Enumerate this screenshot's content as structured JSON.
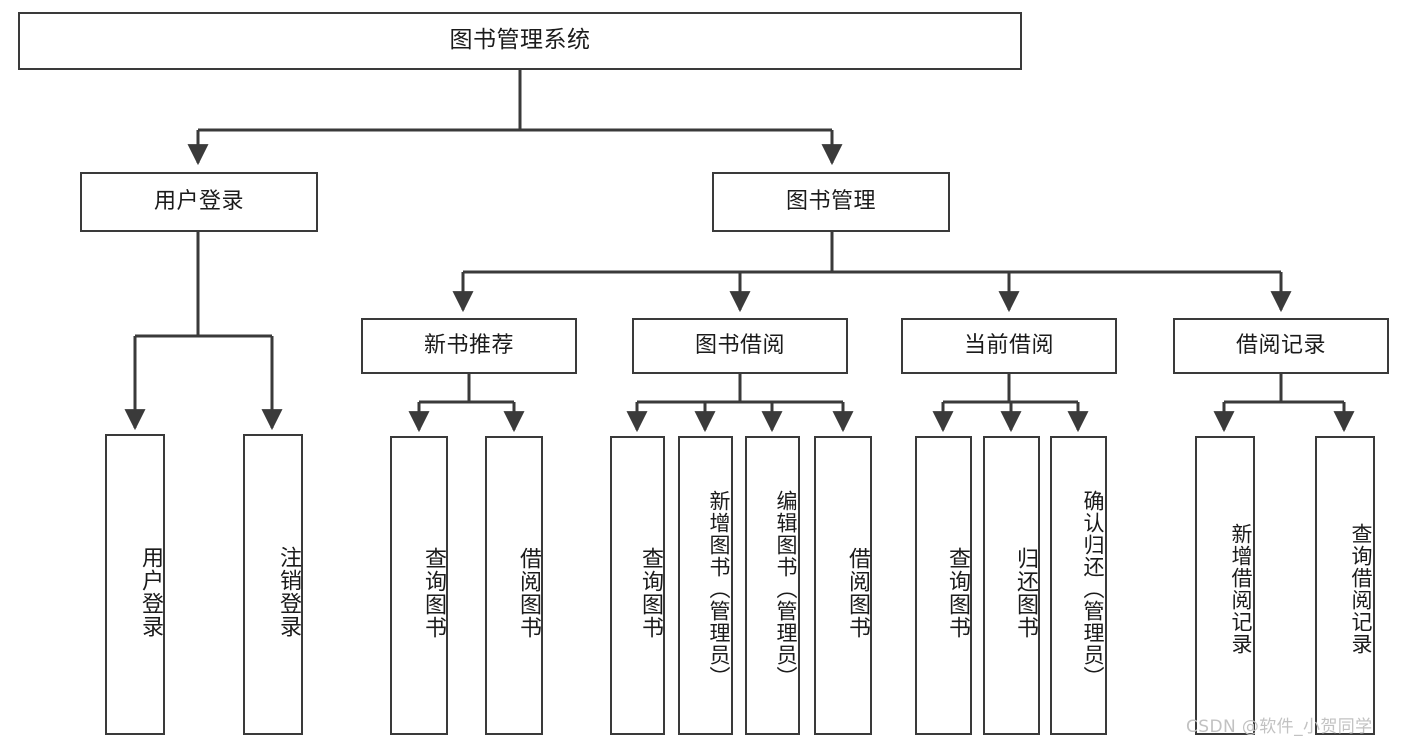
{
  "diagram": {
    "kind": "tree-hierarchy-chart",
    "root": {
      "label": "图书管理系统"
    },
    "level2": [
      {
        "label": "用户登录"
      },
      {
        "label": "图书管理"
      }
    ],
    "level3": [
      {
        "label": "新书推荐"
      },
      {
        "label": "图书借阅"
      },
      {
        "label": "当前借阅"
      },
      {
        "label": "借阅记录"
      }
    ],
    "leaves": {
      "user_login": [
        {
          "label": "用户登录"
        },
        {
          "label": "注销登录"
        }
      ],
      "new_book_recommend": [
        {
          "label": "查询图书"
        },
        {
          "label": "借阅图书"
        }
      ],
      "book_borrow": [
        {
          "label": "查询图书"
        },
        {
          "label": "新增图书（管理员）"
        },
        {
          "label": "编辑图书（管理员）"
        },
        {
          "label": "借阅图书"
        }
      ],
      "current_borrow": [
        {
          "label": "查询图书"
        },
        {
          "label": "归还图书"
        },
        {
          "label": "确认归还（管理员）"
        }
      ],
      "borrow_records": [
        {
          "label": "新增借阅记录"
        },
        {
          "label": "查询借阅记录"
        }
      ]
    }
  },
  "watermark": {
    "text": "CSDN @软件_小贺同学"
  },
  "colors": {
    "box_border": "#3a3a3a",
    "box_fill": "#ffffff",
    "connector": "#3a3a3a",
    "text": "#1b1b1b",
    "watermark": "#c2c2c2"
  }
}
